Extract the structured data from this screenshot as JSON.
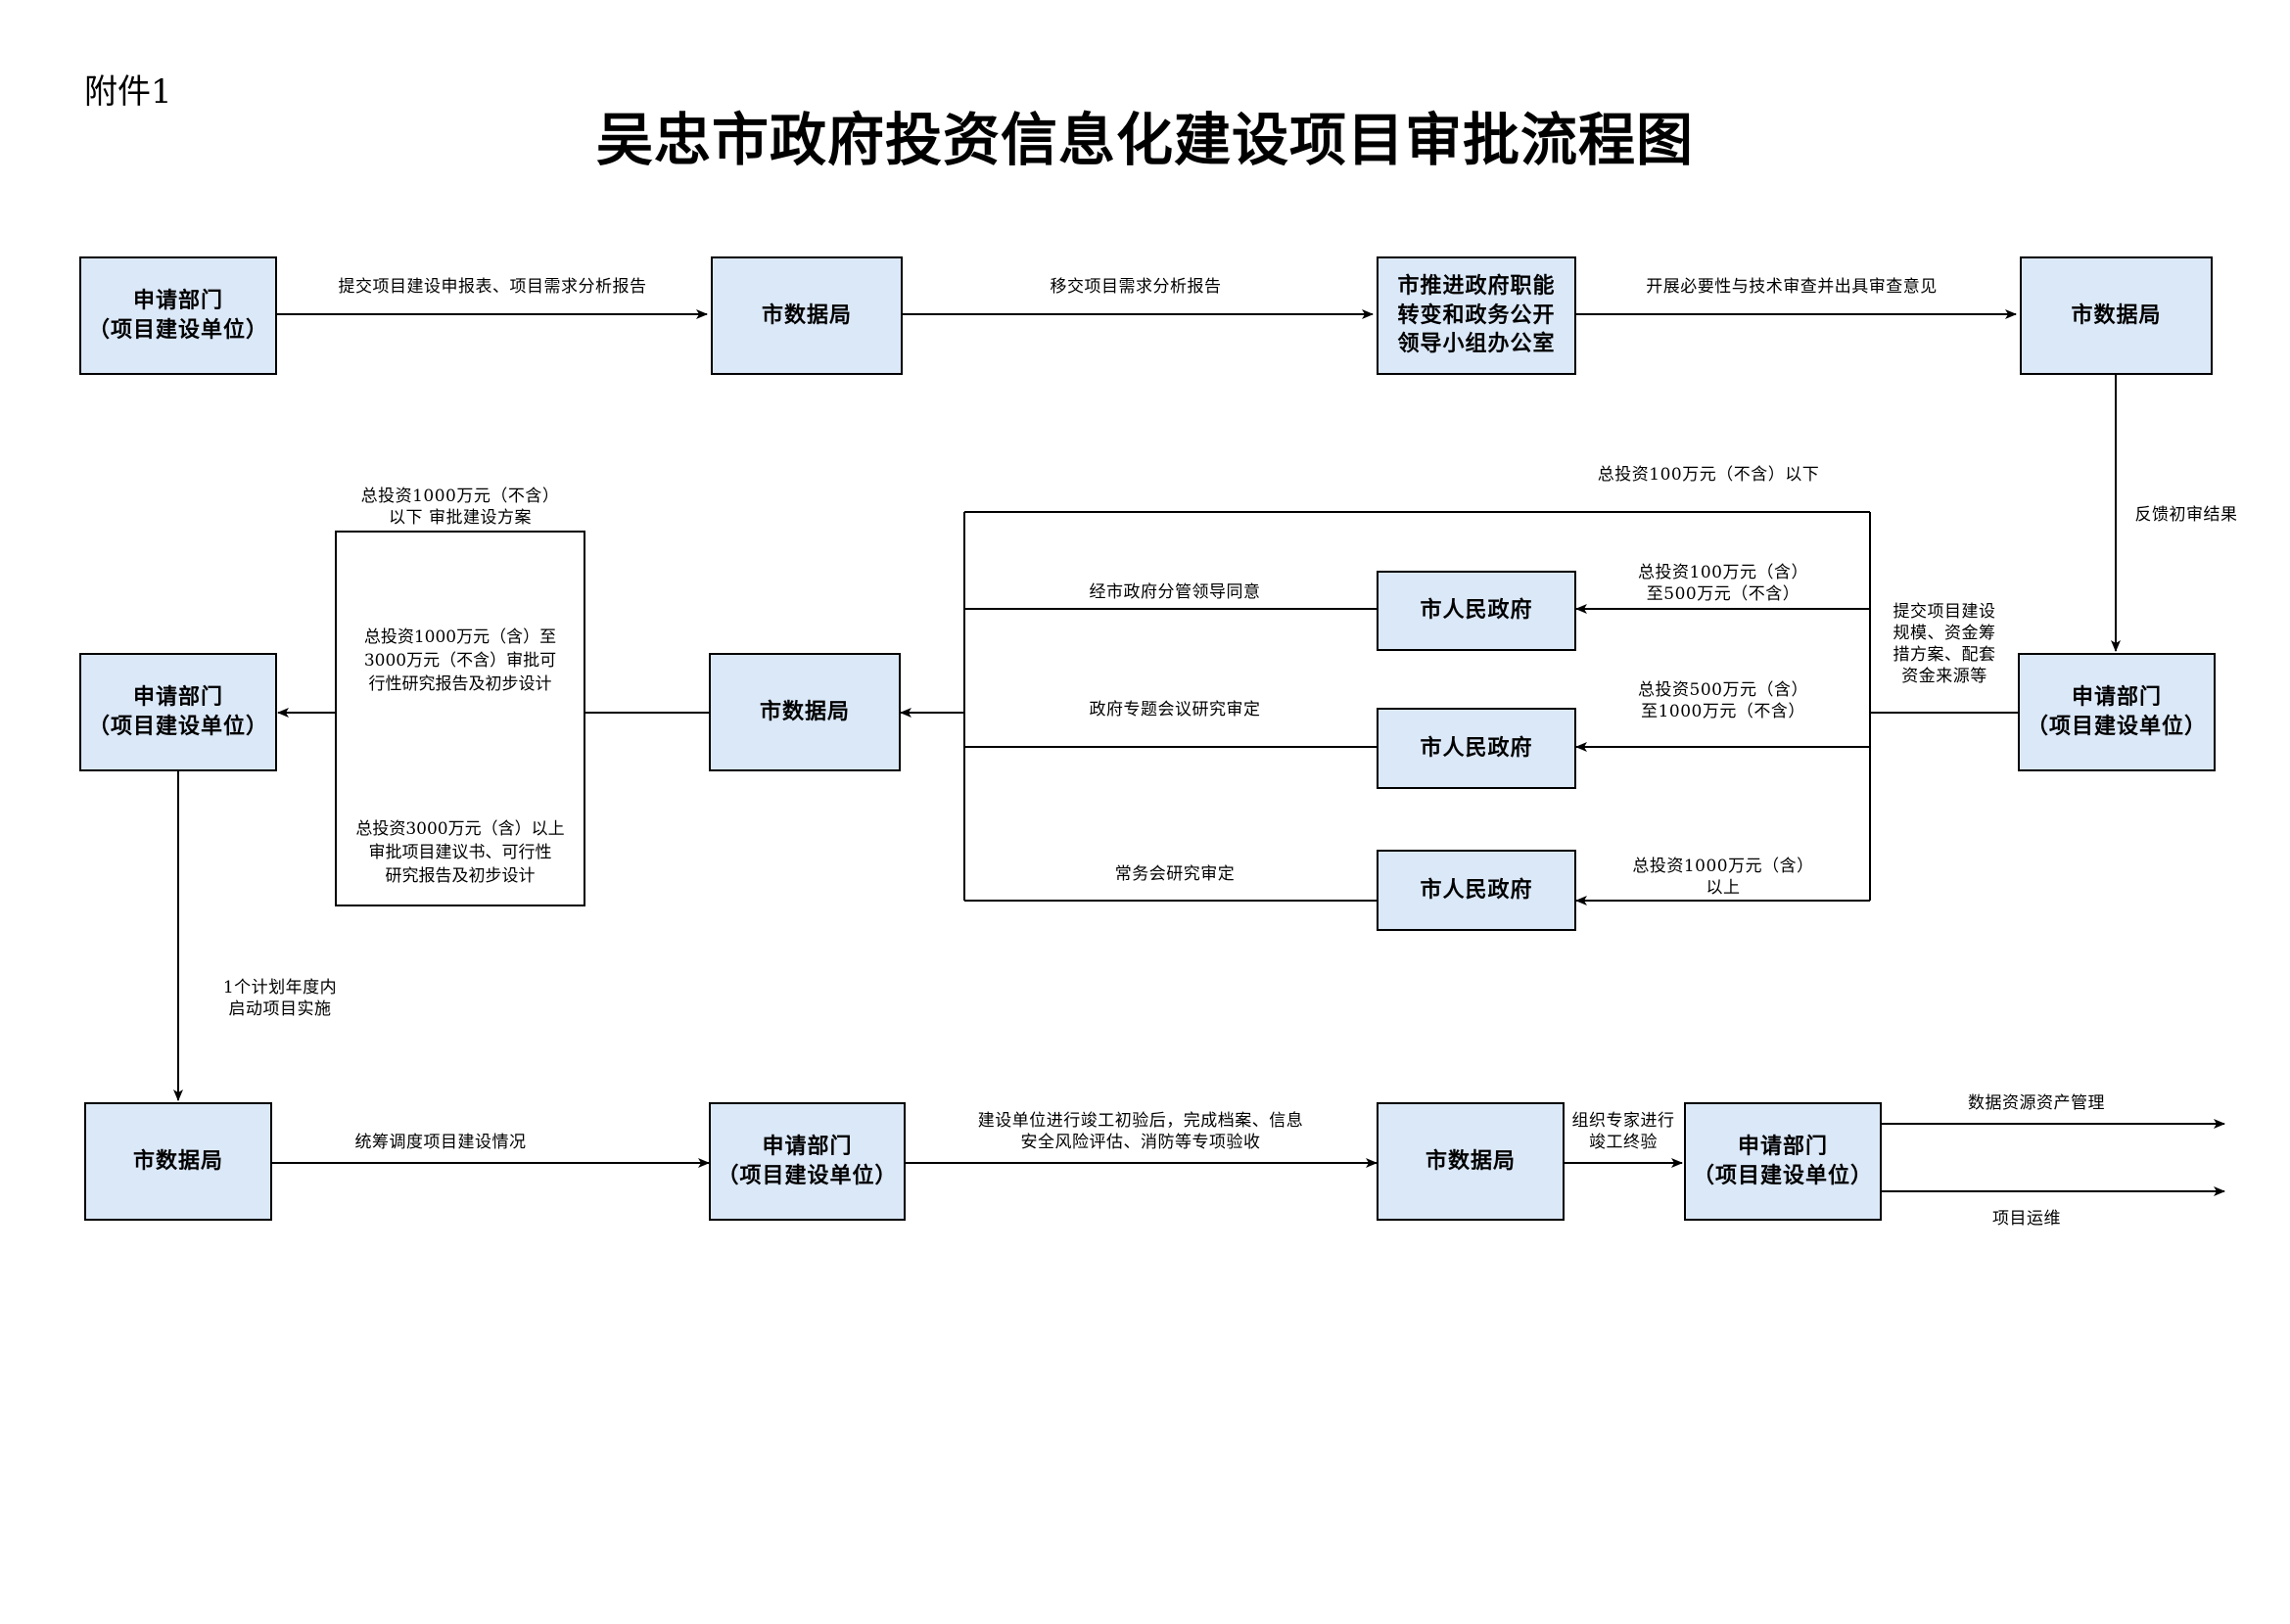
{
  "header": {
    "attachment": "附件1",
    "title": "吴忠市政府投资信息化建设项目审批流程图"
  },
  "nodes": {
    "applicant_1": "申请部门\n（项目建设单位）",
    "data_bureau_1": "市数据局",
    "leading_group_office": "市推进政府职能\n转变和政务公开\n领导小组办公室",
    "data_bureau_2": "市数据局",
    "applicant_2": "申请部门\n（项目建设单位）",
    "gov_1": "市人民政府",
    "gov_2": "市人民政府",
    "gov_3": "市人民政府",
    "data_bureau_3": "市数据局",
    "applicant_3": "申请部门\n（项目建设单位）",
    "data_bureau_4": "市数据局",
    "applicant_4": "申请部门\n（项目建设单位）",
    "data_bureau_5": "市数据局",
    "applicant_5": "申请部门\n（项目建设单位）"
  },
  "edge_labels": {
    "submit_report": "提交项目建设申报表、项目需求分析报告",
    "transfer_analysis": "移交项目需求分析报告",
    "review_opinion": "开展必要性与技术审查并出具审查意见",
    "feedback_result": "反馈初审结果",
    "submit_plan": "提交项目建设\n规模、资金筹\n措方案、配套\n资金来源等",
    "under_100": "总投资100万元（不含）以下",
    "range_100_500": "总投资100万元（含）\n至500万元（不含）",
    "range_500_1000": "总投资500万元（含）\n至1000万元（不含）",
    "over_1000": "总投资1000万元（含）\n以上",
    "leader_consent": "经市政府分管领导同意",
    "special_meeting": "政府专题会议研究审定",
    "executive_meeting": "常务会研究审定",
    "approve_under_1000": "总投资1000万元（不含）\n以下 审批建设方案",
    "approve_1000_3000": "总投资1000万元（含）至\n3000万元（不含）审批可\n行性研究报告及初步设计",
    "approve_over_3000": "总投资3000万元（含）以上\n审批项目建议书、可行性\n研究报告及初步设计",
    "start_within_year": "1个计划年度内\n启动项目实施",
    "coordinate_progress": "统筹调度项目建设情况",
    "preliminary_acceptance": "建设单位进行竣工初验后，完成档案、信息\n安全风险评估、消防等专项验收",
    "final_acceptance": "组织专家进行\n竣工终验",
    "data_asset_management": "数据资源资产管理",
    "operation_maintenance": "项目运维"
  }
}
